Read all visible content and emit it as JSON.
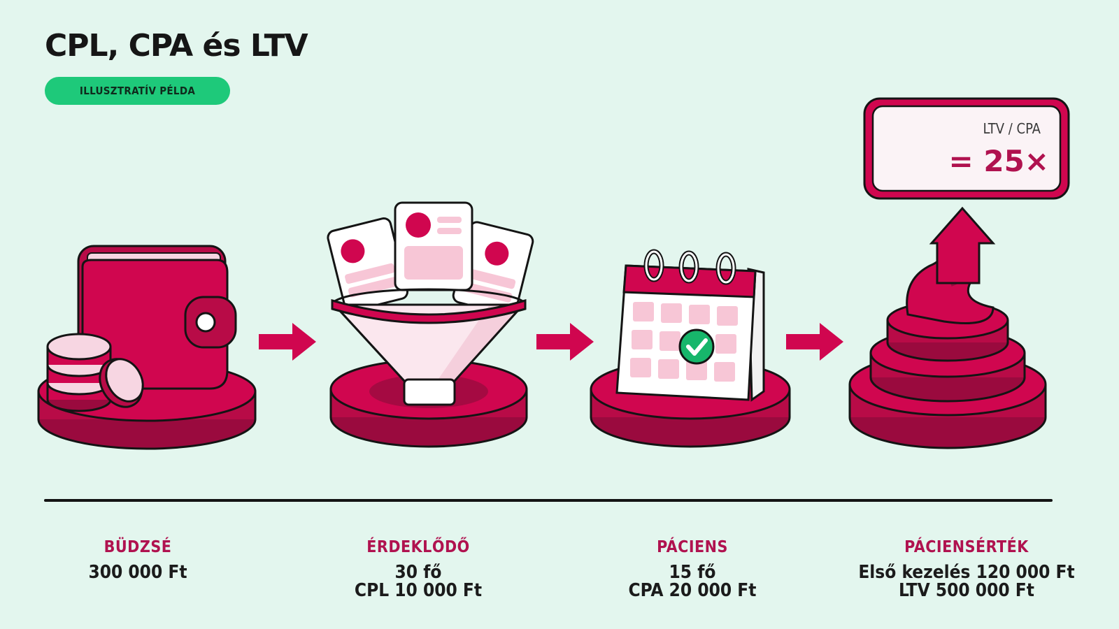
{
  "header": {
    "title": "CPL, CPA és LTV",
    "badge": "ILLUSZTRATÍV PÉLDA"
  },
  "callout": {
    "label": "LTV / CPA",
    "value": "= 25×"
  },
  "steps": [
    {
      "heading": "BÜDZSÉ",
      "line1": "300 000 Ft",
      "line2": "",
      "icon": "wallet-with-coins-icon"
    },
    {
      "heading": "ÉRDEKLŐDŐ",
      "line1": "30 fő",
      "line2": "CPL 10 000 Ft",
      "icon": "funnel-with-cards-icon"
    },
    {
      "heading": "PÁCIENS",
      "line1": "15 fő",
      "line2": "CPA 20 000 Ft",
      "icon": "calendar-check-icon"
    },
    {
      "heading": "PÁCIENSÉRTÉK",
      "line1": "Első kezelés 120 000 Ft",
      "line2": "LTV 500 000 Ft",
      "icon": "growth-tower-arrow-icon"
    }
  ],
  "colors": {
    "background": "#e3f6ee",
    "accent": "#d0064f",
    "accent_dark": "#9a0a3e",
    "heading_accent": "#b0124f",
    "badge": "#1ec97a",
    "check": "#17b66b"
  }
}
